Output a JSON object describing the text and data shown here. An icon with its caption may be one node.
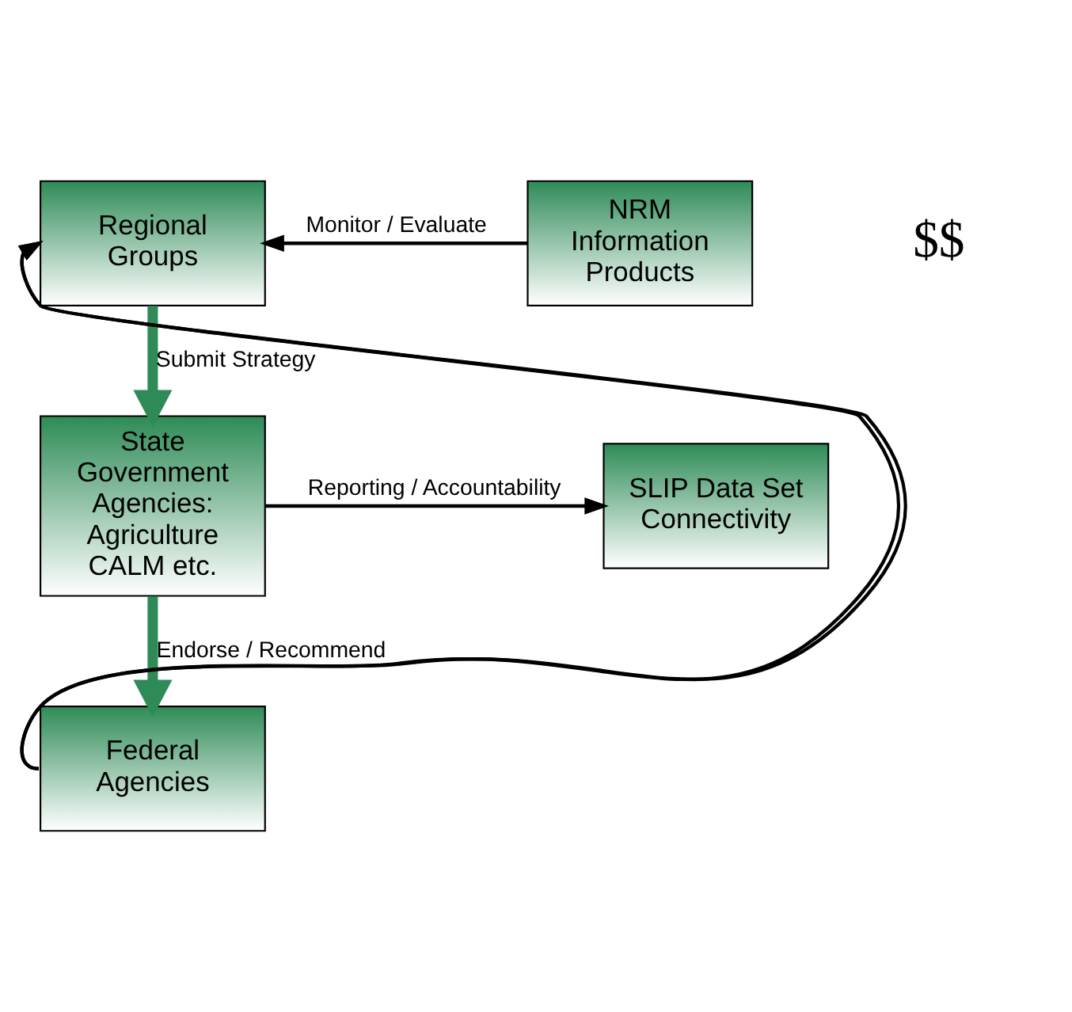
{
  "diagram": {
    "nodes": [
      {
        "text": [
          "Regional Groups"
        ]
      },
      {
        "text": [
          "State Government Agencies: Agriculture CALM etc."
        ]
      },
      {
        "text": [
          "Federal Agencies"
        ]
      },
      {
        "text": [
          "NRM Information Products"
        ]
      },
      {
        "text": [
          "SLIP Data Set Connectivity"
        ]
      }
    ],
    "edges": [
      {
        "from": 0,
        "to": 1,
        "arrow": "to",
        "label": "Submit Strategy",
        "style": "thick",
        "color": "#2e8b57"
      },
      {
        "from": 1,
        "to": 2,
        "arrow": "to",
        "label": "Endorse / Recommend",
        "style": "thick",
        "color": "#2e8b57"
      },
      {
        "from": 2,
        "to": 0,
        "arrow": "to"
      },
      {
        "from": 2,
        "to": 0,
        "arrow": "to"
      },
      {
        "from": 1,
        "to": 4,
        "arrow": "to",
        "label": "Reporting / Accountability"
      },
      {
        "from": 3,
        "to": 0,
        "arrow": "to",
        "label": "Monitor / Evaluate"
      }
    ],
    "labels": [
      "$$"
    ]
  }
}
